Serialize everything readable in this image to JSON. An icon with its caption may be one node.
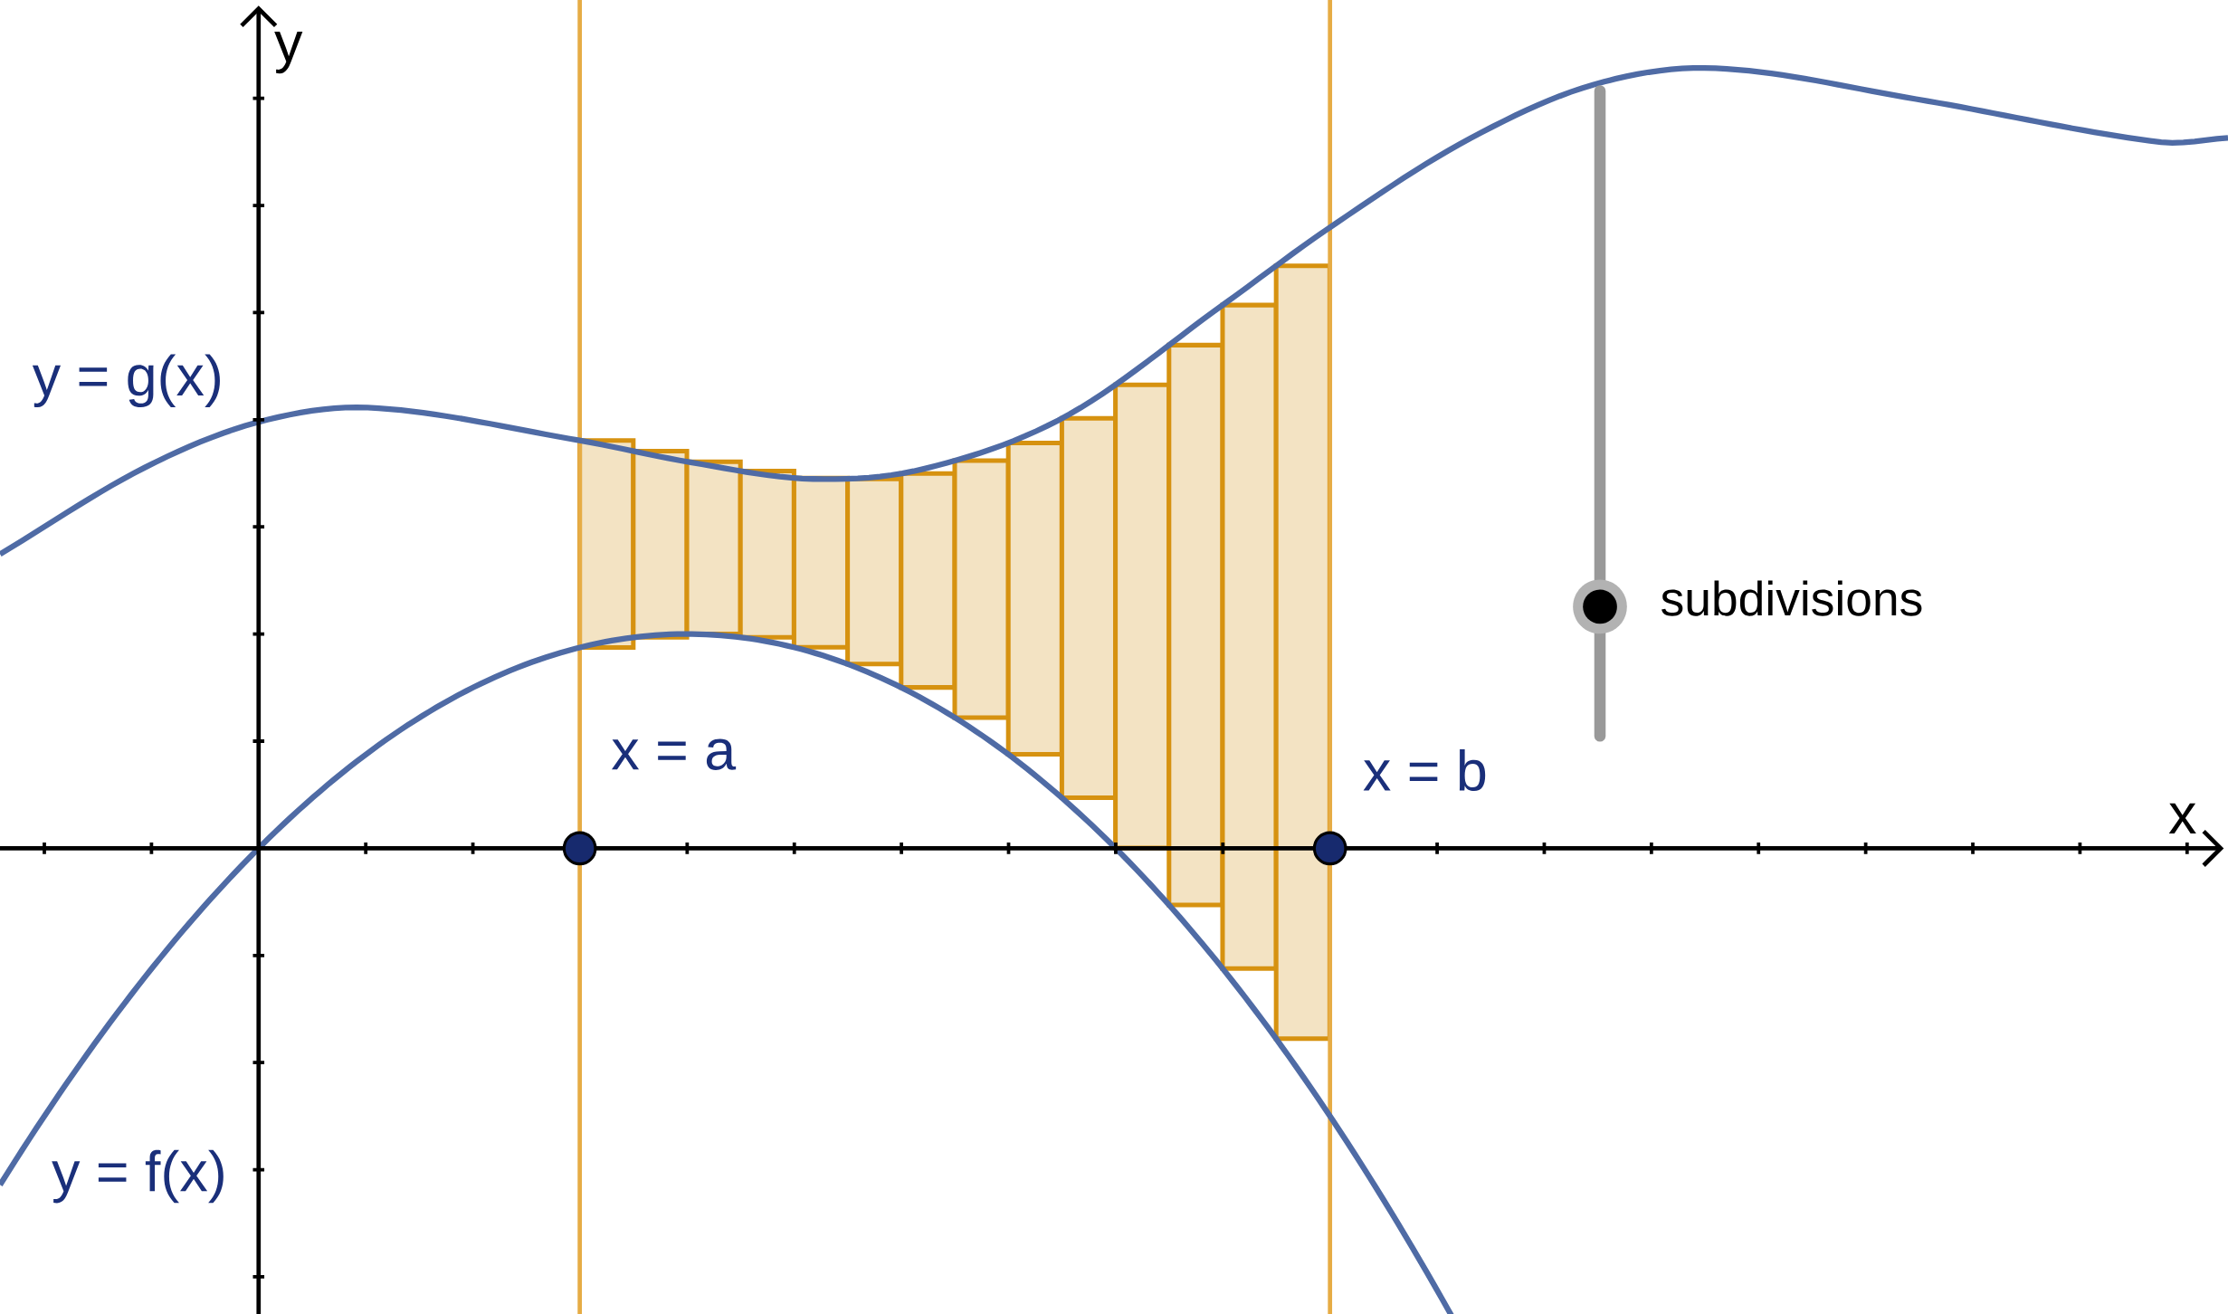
{
  "diagram": {
    "labels": [
      "y",
      "y = g(x)",
      "x = a",
      "subdivisions",
      "x = b",
      "x",
      "y = f(x)"
    ]
  }
}
